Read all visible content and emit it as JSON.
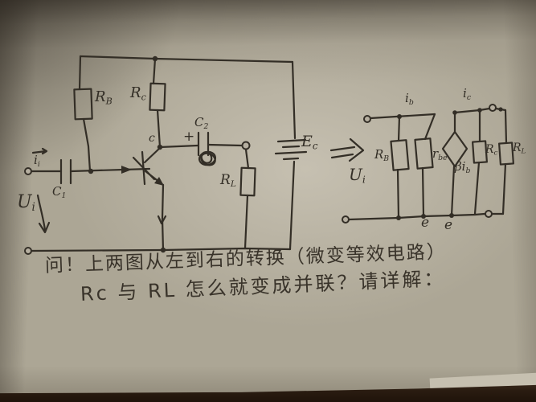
{
  "colors": {
    "ink": "#332e26",
    "paper": "#aca695",
    "paper_highlight": "#c6c0b1",
    "table_dark": "#2a1c11"
  },
  "icons": {
    "double_arrow": "⇒",
    "battery": "battery-ec-symbol",
    "controlled_source": "diamond-current-source"
  },
  "left_circuit": {
    "input_current": {
      "main": "i",
      "sub": "i"
    },
    "c1": {
      "main": "C",
      "sub": "1"
    },
    "rb": {
      "main": "R",
      "sub": "B"
    },
    "rc": {
      "main": "R",
      "sub": "c"
    },
    "collector": "c",
    "plus": "+",
    "c2": {
      "main": "C",
      "sub": "2"
    },
    "rl": {
      "main": "R",
      "sub": "L"
    },
    "ec": {
      "main": "E",
      "sub": "c"
    },
    "ui": {
      "main": "U",
      "sub": "i"
    }
  },
  "right_circuit": {
    "ui": {
      "main": "U",
      "sub": "i"
    },
    "ib": {
      "main": "i",
      "sub": "b"
    },
    "rb": {
      "main": "R",
      "sub": "B"
    },
    "rbe": {
      "main": "r",
      "sub": "be"
    },
    "beta_ib": {
      "main": "βi",
      "sub": "b"
    },
    "ic": {
      "main": "i",
      "sub": "c"
    },
    "rc": {
      "main": "R",
      "sub": "c"
    },
    "rl": {
      "main": "R",
      "sub": "L"
    },
    "e_left": "e",
    "e_right": "e"
  },
  "question": {
    "line1": "问！上两图从左到右的转换（微变等效电路）",
    "line2": "Rc 与 RL 怎么就变成并联？请详解："
  }
}
